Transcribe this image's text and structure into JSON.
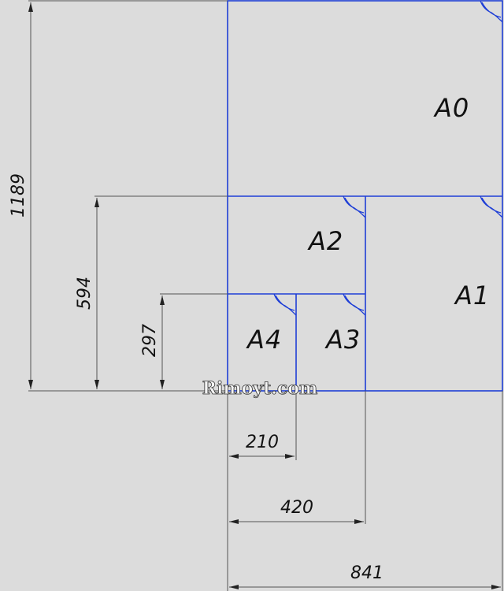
{
  "sheets": [
    {
      "name": "A0",
      "label": "A0"
    },
    {
      "name": "A1",
      "label": "A1"
    },
    {
      "name": "A2",
      "label": "A2"
    },
    {
      "name": "A3",
      "label": "A3"
    },
    {
      "name": "A4",
      "label": "A4"
    }
  ],
  "dimensions": {
    "height_a0": "1189",
    "height_a2": "594",
    "height_a4": "297",
    "width_a4": "210",
    "width_a2": "420",
    "width_a0": "841"
  },
  "watermark": "Rimoyt.com",
  "colors": {
    "background": "#dcdcdc",
    "sheet_border": "#1f3fd6",
    "dimension_line": "#555555"
  }
}
